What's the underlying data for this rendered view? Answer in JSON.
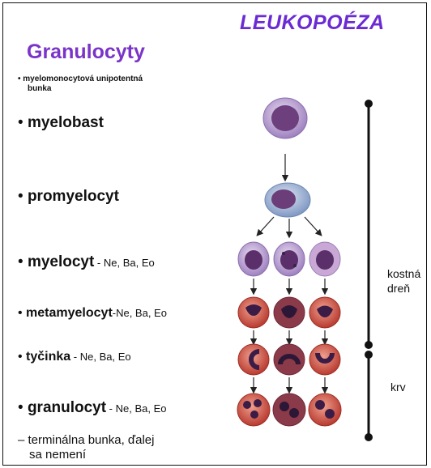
{
  "title": "LEUKOPOÉZA",
  "subtitle": "Granulocyty",
  "items": [
    {
      "name": "myelomonocytová unipotentná",
      "name2": "bunka",
      "sub": ""
    },
    {
      "name": "myelobast",
      "sub": ""
    },
    {
      "name": "promyelocyt",
      "sub": ""
    },
    {
      "name": "myelocyt",
      "sub": " - Ne, Ba, Eo"
    },
    {
      "name": "metamyelocyt",
      "sub": "-Ne, Ba, Eo"
    },
    {
      "name": "tyčinka",
      "sub": " - Ne, Ba, Eo"
    },
    {
      "name": "granulocyt",
      "sub": " - Ne, Ba, Eo"
    }
  ],
  "note": {
    "line1": "– terminálna bunka, ďalej",
    "line2": "sa nemení"
  },
  "side_labels": {
    "bone_marrow_1": "kostná",
    "bone_marrow_2": "dreň",
    "blood": "krv"
  },
  "colors": {
    "title": "#6b2bd3",
    "subtitle": "#7a34c9",
    "cell_red": "#c8463a",
    "cell_lilac": "#a88cc4",
    "cell_blue": "#8aa2c8"
  }
}
